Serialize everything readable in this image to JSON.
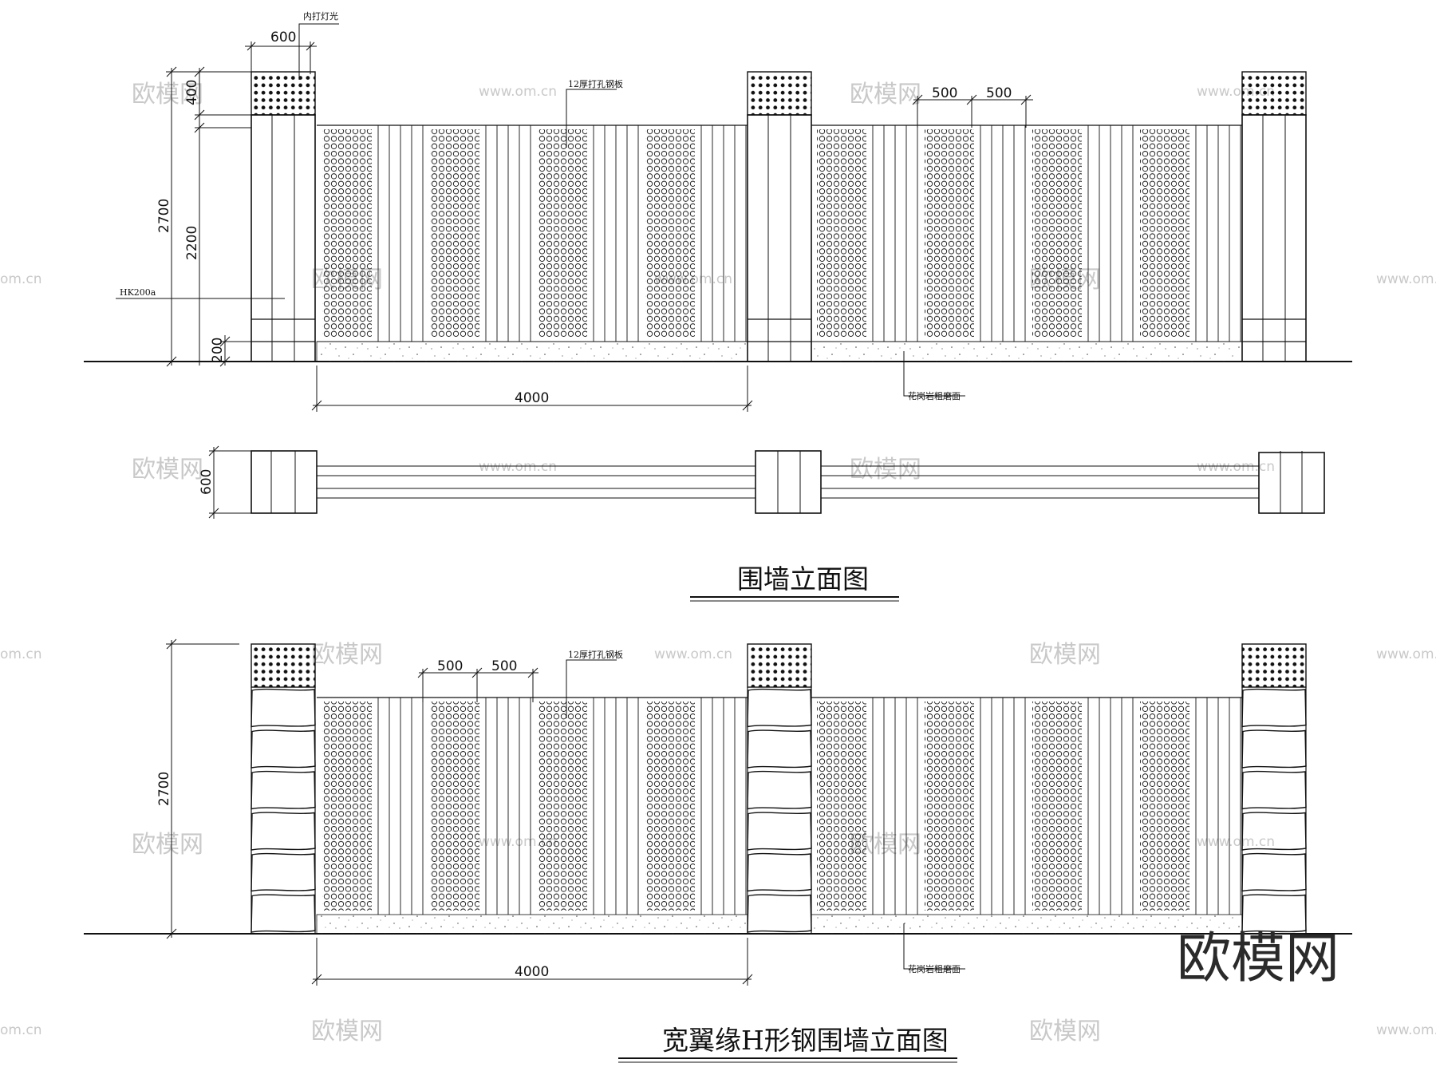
{
  "drawing1": {
    "title": "围墙立面图",
    "label_light": "内打灯光",
    "label_panel": "12厚打孔钢板",
    "label_steel": "HK200a",
    "label_base": "花岗岩粗磨面",
    "dim_pillar_width": "600",
    "dim_cap": "400",
    "dim_total": "2700",
    "dim_wall": "2200",
    "dim_base": "200",
    "dim_span": "4000",
    "dim_seg1": "500",
    "dim_seg2": "500"
  },
  "plan": {
    "dim_depth": "600"
  },
  "drawing2": {
    "title": "宽翼缘H形钢围墙立面图",
    "label_panel": "12厚打孔钢板",
    "label_base": "花岗岩粗磨面",
    "dim_total": "2700",
    "dim_span": "4000",
    "dim_seg1": "500",
    "dim_seg2": "500"
  },
  "watermark": {
    "brand": "欧模网",
    "site": "www.om.cn",
    "site_short": "om.cn"
  },
  "colors": {
    "ink": "#111111",
    "watermark": "#c9c9c9",
    "logo": "#2a2a2a"
  }
}
